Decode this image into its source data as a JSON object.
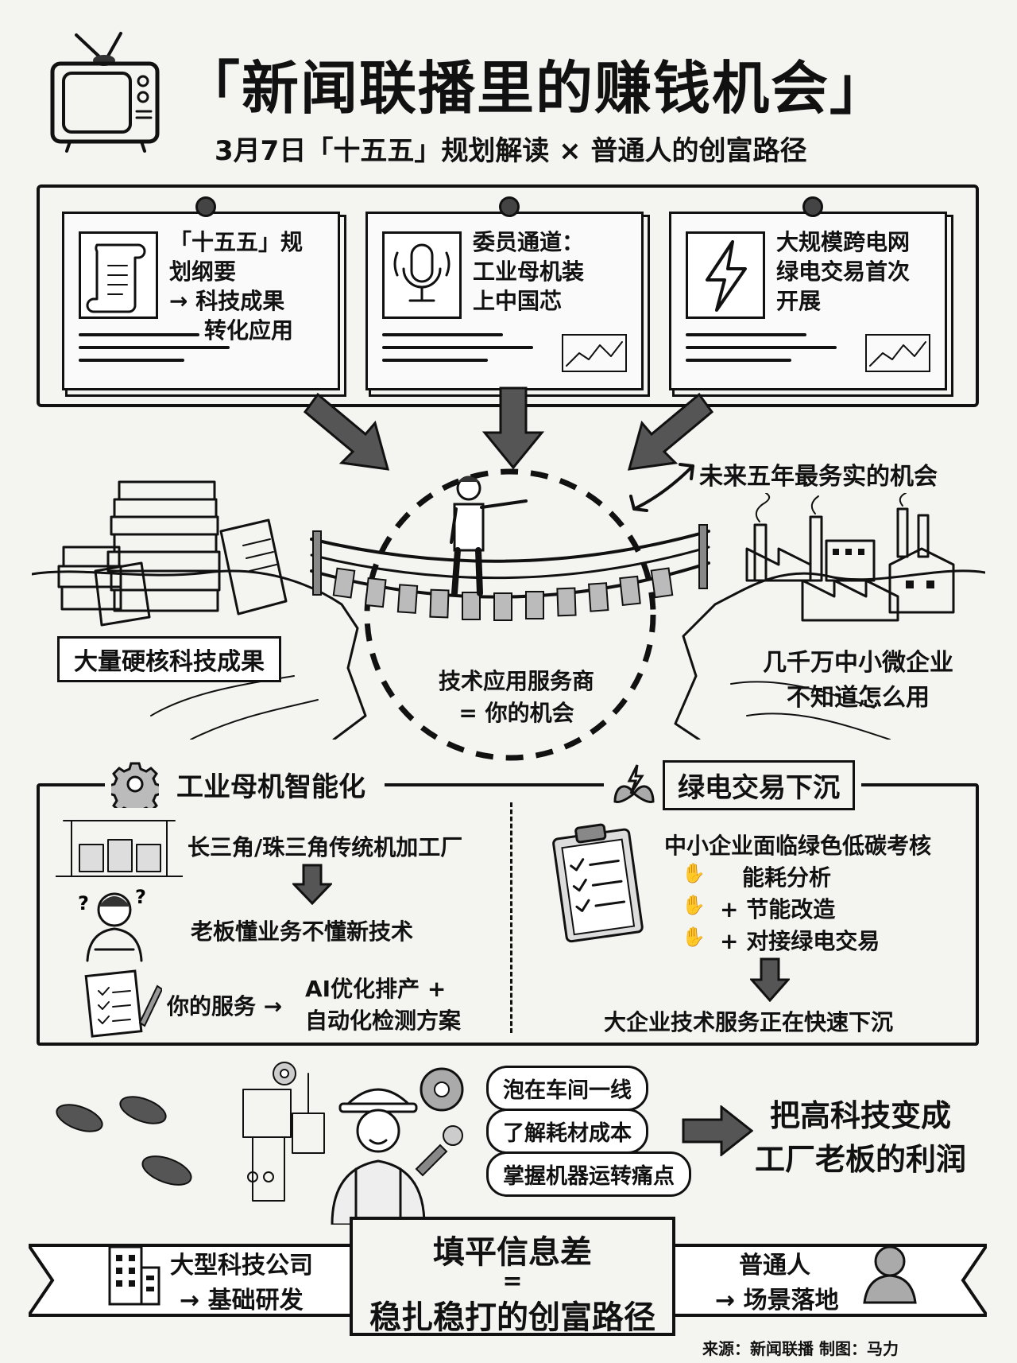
{
  "header": {
    "title": "「新闻联播里的赚钱机会」",
    "subtitle": "3月7日「十五五」规划解读 × 普通人的创富路径"
  },
  "news_cards": [
    {
      "text": "「十五五」规划纲要\n→ 科技成果转化应用",
      "line1": "「十五五」规",
      "line2": "划纲要",
      "line3": "→ 科技成果",
      "line4": "转化应用",
      "icon": "scroll-icon"
    },
    {
      "text": "委员通道：工业母机装上中国芯",
      "line1": "委员通道：",
      "line2": "工业母机装",
      "line3": "上中国芯",
      "icon": "microphone-icon"
    },
    {
      "text": "大规模跨电网绿电交易首次开展",
      "line1": "大规模跨电网",
      "line2": "绿电交易首次",
      "line3": "开展",
      "icon": "lightning-icon"
    }
  ],
  "bridge": {
    "opportunity": "未来五年最务实的机会",
    "left_label": "大量硬核科技成果",
    "right_label_1": "几千万中小微企业",
    "right_label_2": "不知道怎么用",
    "center_1": "技术应用服务商",
    "center_2": "= 你的机会"
  },
  "section_left": {
    "title": "工业母机智能化",
    "row1": "长三角/珠三角传统机加工厂",
    "row2": "老板懂业务不懂新技术",
    "row3_label": "你的服务 →",
    "row3_a": "AI优化排产 +",
    "row3_b": "自动化检测方案"
  },
  "section_right": {
    "title": "绿电交易下沉",
    "row1": "中小企业面临绿色低碳考核",
    "item1": "能耗分析",
    "item2": "+ 节能改造",
    "item3": "+ 对接绿电交易",
    "result": "大企业技术服务正在快速下沉"
  },
  "worker": {
    "bubbles": [
      "泡在车间一线",
      "了解耗材成本",
      "掌握机器运转痛点"
    ],
    "result_1": "把高科技变成",
    "result_2": "工厂老板的利润"
  },
  "footer": {
    "left_1": "大型科技公司",
    "left_2": "→ 基础研发",
    "center_1": "填平信息差",
    "center_eq": "=",
    "center_2": "稳扎稳打的创富路径",
    "right_1": "普通人",
    "right_2": "→ 场景落地",
    "credit": "来源：新闻联播  制图：马力"
  }
}
